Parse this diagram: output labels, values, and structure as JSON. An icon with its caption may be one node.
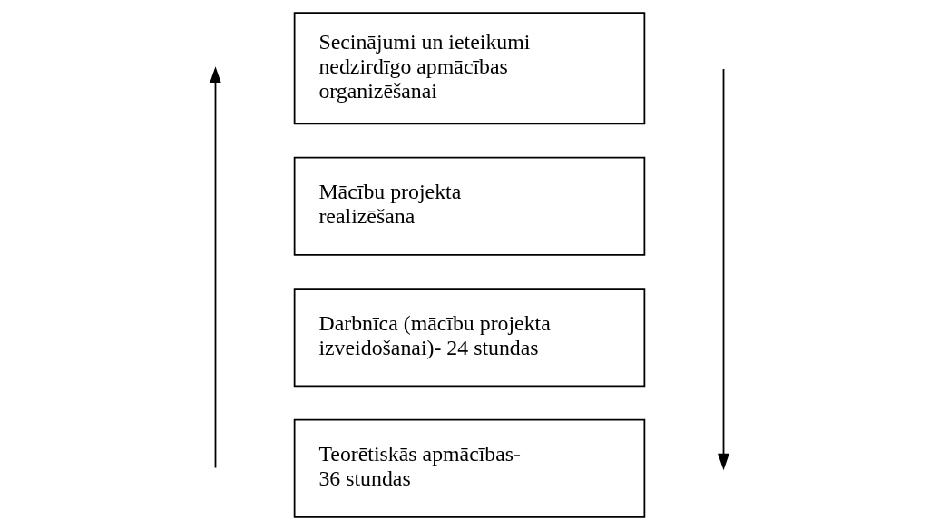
{
  "diagram": {
    "nodes": [
      {
        "text": [
          "Teorētiskās apmācības- 36 stundas"
        ]
      },
      {
        "text": [
          "Darbnīca (mācību projekta izveidošanai)- 24 stundas"
        ]
      },
      {
        "text": [
          "Mācību projekta realizēšana"
        ]
      },
      {
        "text": [
          "Secinājumi un ieteikumi nedzirdīgo apmācības organizēšanai"
        ]
      }
    ]
  }
}
